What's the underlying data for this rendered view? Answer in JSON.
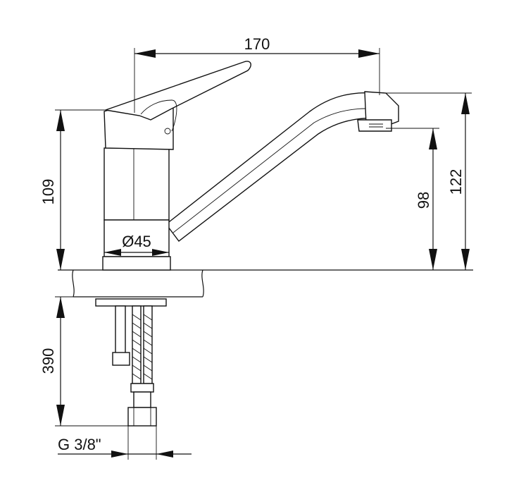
{
  "dimensions": {
    "width_total": "170",
    "body_height": "109",
    "spout_outlet_height": "98",
    "overall_height": "122",
    "body_diameter": "Ø45",
    "hose_length": "390",
    "thread": "G 3/8\""
  }
}
